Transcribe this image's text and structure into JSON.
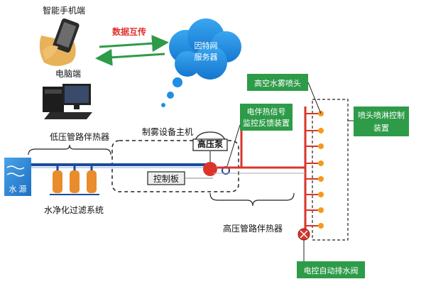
{
  "labels": {
    "smartphone": "智能手机端",
    "computer": "电脑端",
    "data_exchange": "数据互传",
    "internet_server_line1": "因特网",
    "internet_server_line2": "服务器",
    "low_pressure_heater": "低压管路伴热器",
    "fog_host": "制雾设备主机",
    "high_pressure_pump": "高压泵",
    "control_board": "控制板",
    "water_source": "水  源",
    "water_filter": "水净化过滤系统",
    "high_pressure_heater": "高压管路伴热器",
    "heat_signal_line1": "电伴热信号",
    "heat_signal_line2": "监控反馈装置",
    "nozzle": "高空水雾喷头",
    "nozzle_control_line1": "喷头喷淋控制",
    "nozzle_control_line2": "装置",
    "drain_valve": "电控自动排水阀"
  },
  "colors": {
    "accent_green": "#2e9b48",
    "cloud_blue": "#1f8fe0",
    "pipe_red": "#d9352b",
    "pipe_blue": "#1b4b9a",
    "nozzle_orange": "#f39a1e",
    "water_blue": "#2d8ad6"
  }
}
